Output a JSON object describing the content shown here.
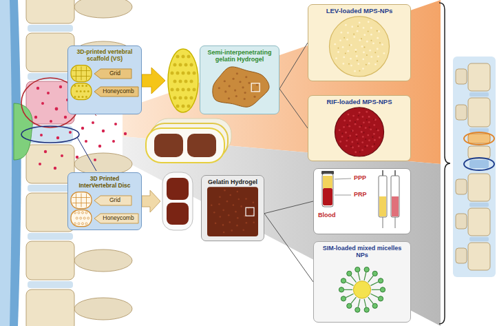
{
  "diagram": {
    "nodes": [
      {
        "text": [
          "3D-printed vertebral scaffold (VS)"
        ]
      },
      {
        "text": [
          "Grid"
        ],
        "in": 0
      },
      {
        "text": [
          "Honeycomb"
        ],
        "in": 0
      },
      {
        "text": [
          "Semi-interpenetrating gelatin Hydrogel"
        ]
      },
      {
        "text": [
          "LEV-loaded MPS-NPs"
        ]
      },
      {
        "text": [
          "RIF-loaded MPS-NPS"
        ]
      },
      {
        "text": [
          "3D Printed InterVertebral Disc"
        ]
      },
      {
        "text": [
          "Grid"
        ],
        "in": 6
      },
      {
        "text": [
          "Honeycomb"
        ],
        "in": 6
      },
      {
        "text": [
          "Gelatin Hydrogel"
        ]
      },
      {
        "text": [
          "PPP",
          "PRP",
          "Blood"
        ]
      },
      {
        "text": [
          "SIM-loaded mixed micelles NPs"
        ]
      }
    ],
    "edges": [
      {
        "from": 3,
        "to": 4,
        "arrow": "none"
      },
      {
        "from": 3,
        "to": 5,
        "arrow": "none"
      },
      {
        "from": 9,
        "to": 10,
        "arrow": "none"
      },
      {
        "from": 9,
        "to": 11,
        "arrow": "none"
      }
    ]
  }
}
